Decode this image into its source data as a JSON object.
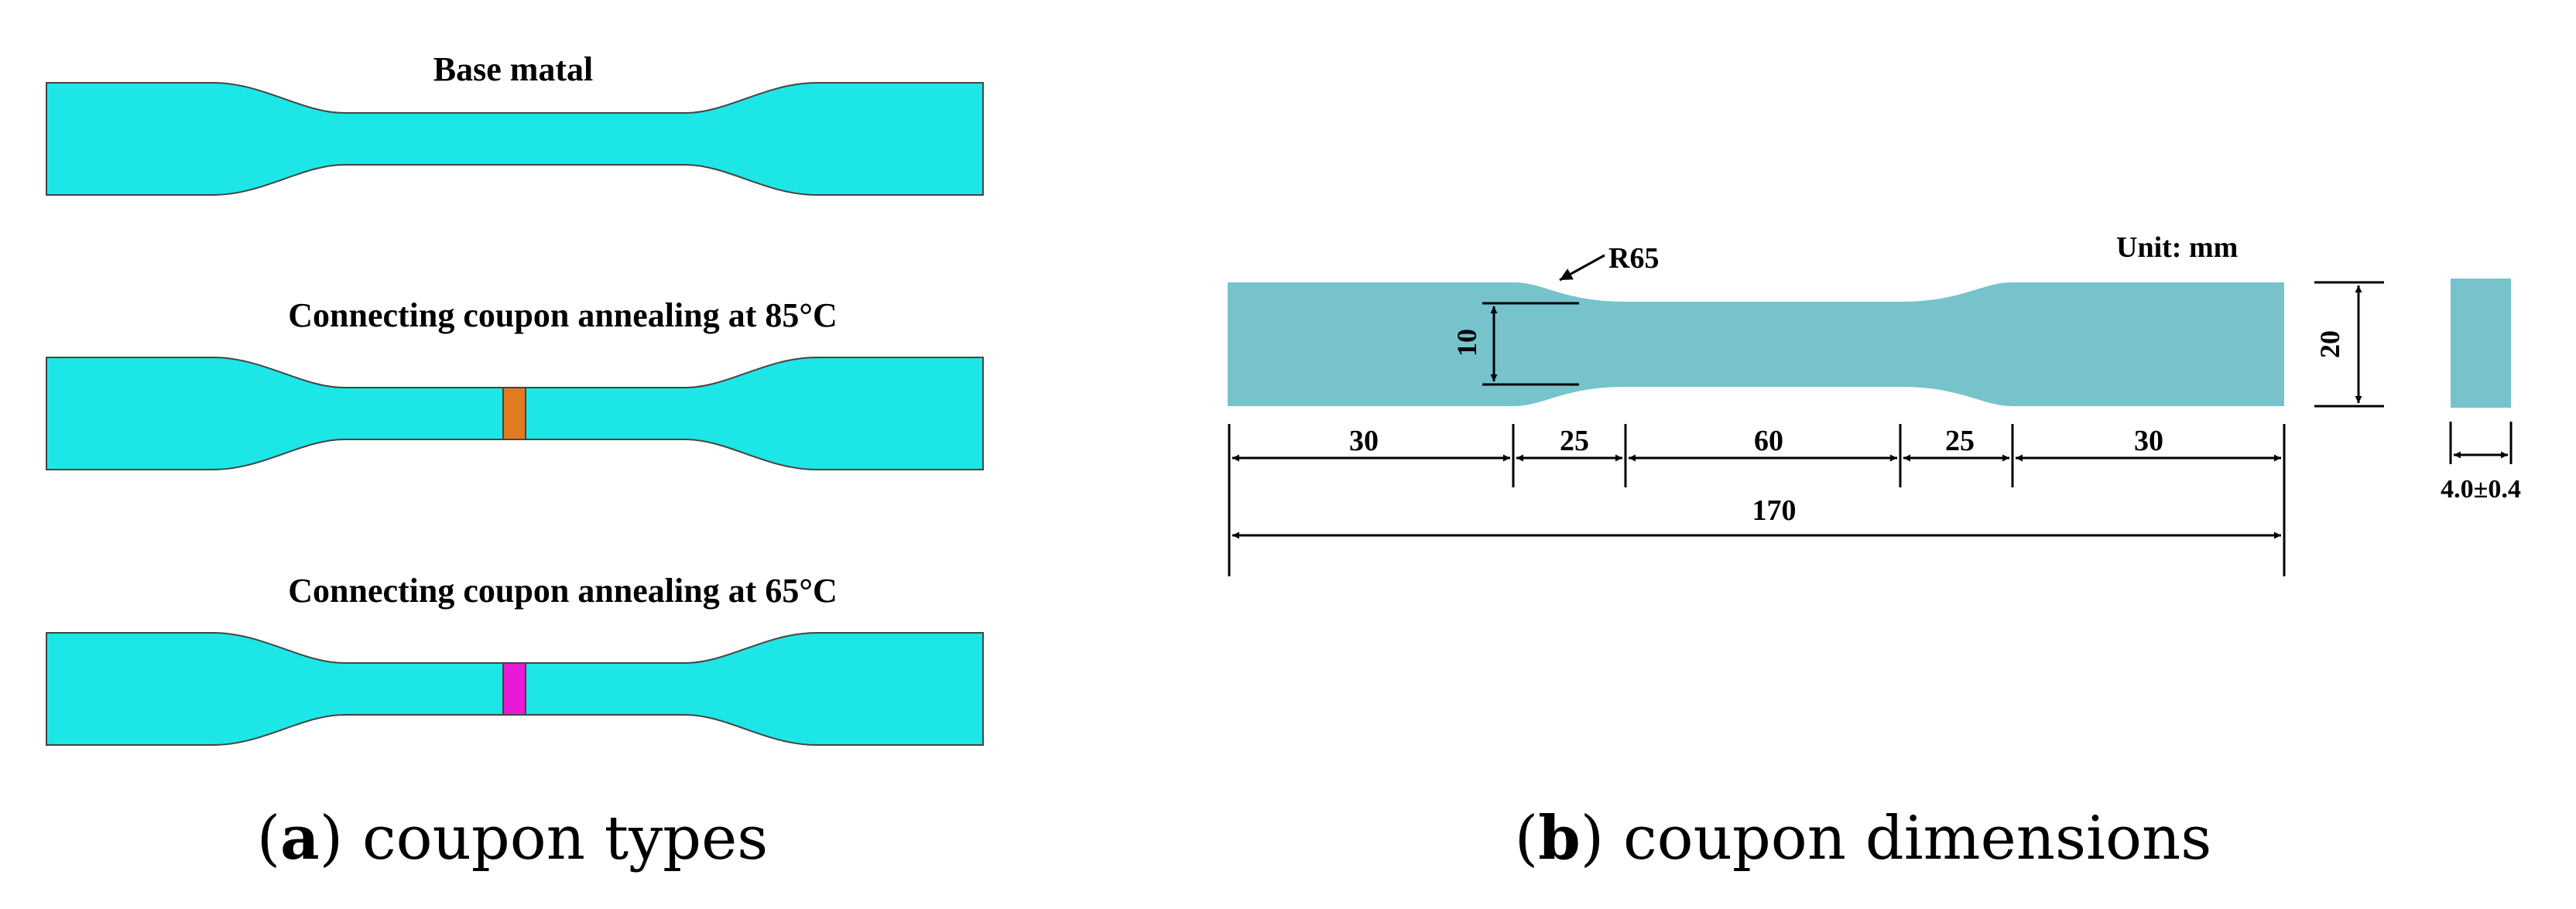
{
  "panel_a": {
    "coupons": [
      {
        "title": "Base matal",
        "insert_color": ""
      },
      {
        "title": "Connecting coupon annealing at 85°C",
        "insert_color": "#e07b1f"
      },
      {
        "title": "Connecting coupon annealing at 65°C",
        "insert_color": "#e81ad6"
      }
    ],
    "coupon_color": "#1de6e6",
    "caption_letter": "a",
    "caption_text": "coupon types"
  },
  "panel_b": {
    "unit_label": "Unit: mm",
    "radius_label": "R65",
    "width_label": "10",
    "grip_width_label": "20",
    "segment_labels": [
      "30",
      "25",
      "60",
      "25",
      "30"
    ],
    "total_length_label": "170",
    "thickness_label": "4.0±0.4",
    "coupon_color": "#76c3cc",
    "caption_letter": "b",
    "caption_text": "coupon dimensions"
  }
}
